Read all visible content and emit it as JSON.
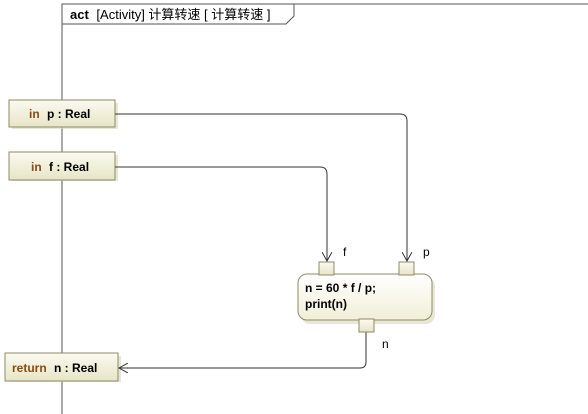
{
  "frame": {
    "keyword": "act",
    "title": "[Activity] 计算转速 [ 计算转速 ]"
  },
  "parameters": [
    {
      "direction": "in",
      "label": "p : Real"
    },
    {
      "direction": "in",
      "label": "f : Real"
    },
    {
      "direction": "return",
      "label": "n : Real"
    }
  ],
  "action": {
    "lines": [
      "n = 60 * f / p;",
      "print(n)"
    ]
  },
  "pins": {
    "input_f": "f",
    "input_p": "p",
    "output_n": "n"
  },
  "colors": {
    "pin_fill": "#f4f3df",
    "pin_stroke": "#8b8b6a",
    "action_fill": "#fbfaee",
    "keyword": "#8a4a0f",
    "line": "#333333"
  }
}
